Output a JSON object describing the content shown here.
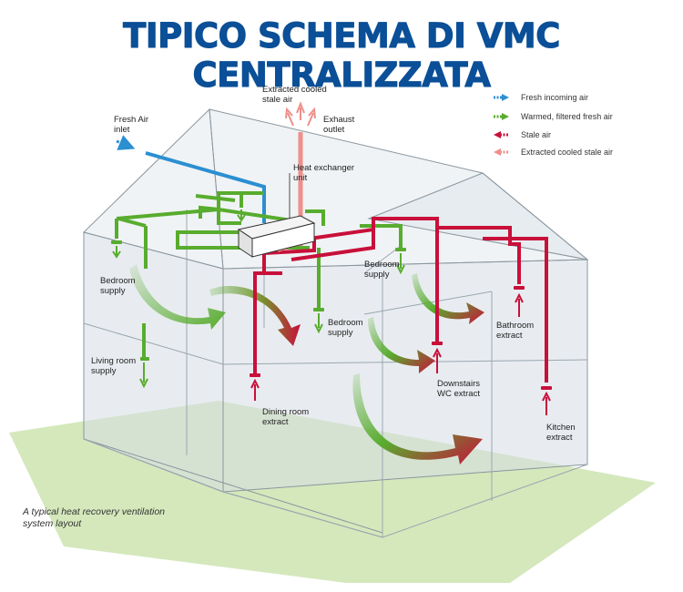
{
  "title": "TIPICO SCHEMA DI VMC CENTRALIZZATA",
  "caption": [
    "A typical heat recovery ventilation",
    "system layout"
  ],
  "labels": {
    "fresh_air_inlet": [
      "Fresh Air",
      "inlet"
    ],
    "extracted_stale": [
      "Extracted cooled",
      "stale air"
    ],
    "exhaust_outlet": [
      "Exhaust",
      "outlet"
    ],
    "heat_exchanger": [
      "Heat exchanger",
      "unit"
    ],
    "bedroom_supply_left": [
      "Bedroom",
      "supply"
    ],
    "bedroom_supply_right": [
      "Bedroom",
      "supply"
    ],
    "bedroom_supply_center": [
      "Bedroom",
      "supply"
    ],
    "living_room_supply": [
      "Living room",
      "supply"
    ],
    "dining_room_extract": [
      "Dining room",
      "extract"
    ],
    "downstairs_wc_extract": [
      "Downstairs",
      "WC extract"
    ],
    "bathroom_extract": [
      "Bathroom",
      "extract"
    ],
    "kitchen_extract": [
      "Kitchen",
      "extract"
    ]
  },
  "legend": [
    {
      "label": "Fresh incoming air",
      "color": "#2b8fd1"
    },
    {
      "label": "Warmed, filtered fresh air",
      "color": "#58ac2e"
    },
    {
      "label": "Stale air",
      "color": "#c8103a"
    },
    {
      "label": "Extracted cooled stale air",
      "color": "#ee8f8a"
    }
  ]
}
